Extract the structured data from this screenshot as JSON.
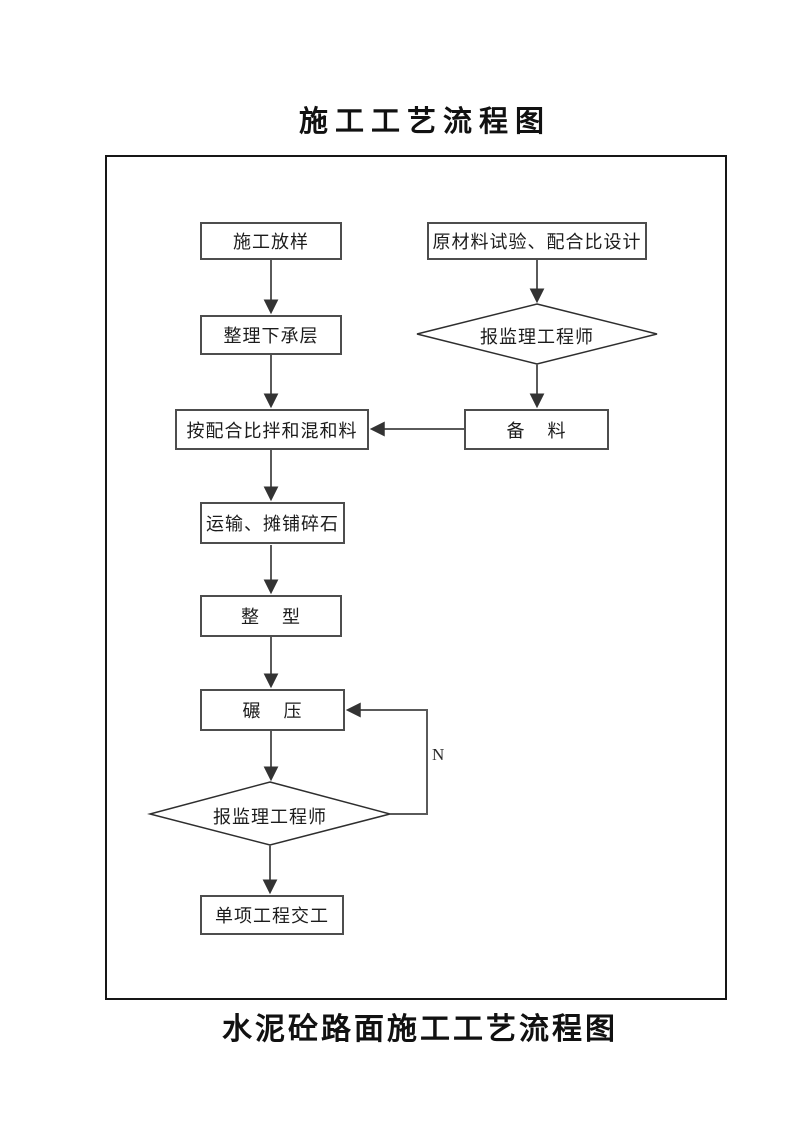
{
  "page": {
    "title": "施工工艺流程图",
    "caption": "水泥砼路面施工工艺流程图"
  },
  "flowchart": {
    "nodes": {
      "survey": {
        "type": "process",
        "label": "施工放样"
      },
      "raw_material": {
        "type": "process",
        "label": "原材料试验、配合比设计"
      },
      "subbase": {
        "type": "process",
        "label": "整理下承层"
      },
      "report_top": {
        "type": "decision",
        "label": "报监理工程师"
      },
      "mix": {
        "type": "process",
        "label": "按配合比拌和混和料"
      },
      "prepare": {
        "type": "process",
        "label": "备    料"
      },
      "transport": {
        "type": "process",
        "label": "运输、摊铺碎石"
      },
      "shaping": {
        "type": "process",
        "label": "整    型"
      },
      "rolling": {
        "type": "process",
        "label": "碾    压"
      },
      "report_bottom": {
        "type": "decision",
        "label": "报监理工程师"
      },
      "handover": {
        "type": "process",
        "label": "单项工程交工"
      }
    },
    "branch_labels": {
      "reject": "N"
    },
    "colors": {
      "line": "#5a5a5a",
      "box_border": "#4d4d4d",
      "frame_border": "#161616",
      "text": "#1c1c1c"
    }
  }
}
